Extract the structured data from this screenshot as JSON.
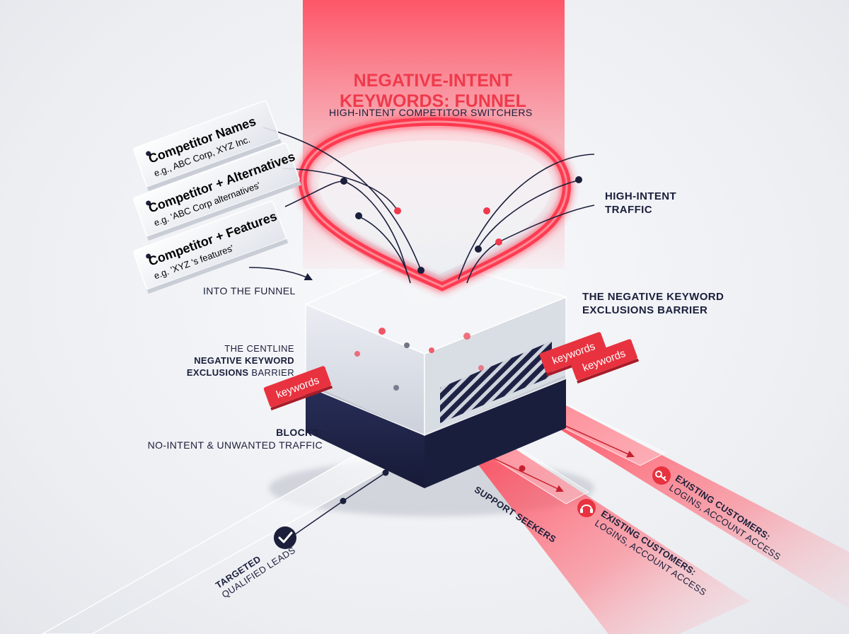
{
  "title": {
    "line1": "NEGATIVE-INTENT",
    "line2": "KEYWORDS: FUNNEL",
    "subtitle": "HIGH-INTENT COMPETITOR SWITCHERS"
  },
  "cards": [
    {
      "title": "Competitor Names",
      "example": "e.g., ABC Corp, XYZ Inc."
    },
    {
      "title": "Competitor + Alternatives",
      "example": "e.g. 'ABC Corp alternatives'"
    },
    {
      "title": "Competitor + Features",
      "example": "e.g. 'XYZ 's features'"
    }
  ],
  "labels": {
    "into_funnel": "INTO THE FUNNEL",
    "high_intent_1": "HIGH-INTENT",
    "high_intent_2": "TRAFFIC",
    "barrier_right_1": "THE NEGATIVE KEYWORD",
    "barrier_right_2": "EXCLUSIONS BARRIER",
    "centline_1": "THE CENTLINE",
    "centline_2": "NEGATIVE KEYWORD",
    "centline_3_bold": "EXCLUSIONS",
    "centline_3_rest": " BARRIER",
    "blocks_1": "BLOCKS:",
    "blocks_2": "NO-INTENT & UNWANTED TRAFFIC"
  },
  "tags": [
    "keywords",
    "keywords",
    "keywords"
  ],
  "outputs": {
    "targeted": {
      "title": "TARGETED",
      "sub": "QUALIFIED LEADS",
      "icon": "checkmark-icon"
    },
    "support": {
      "title": "SUPPORT SEEKERS"
    },
    "existing_1": {
      "title": "EXISTING CUSTOMERS:",
      "sub": "LOGINS, ACCOUNT ACCESS",
      "icon": "headset-icon"
    },
    "existing_2": {
      "title": "EXISTING CUSTOMERS:",
      "sub": "LOGINS, ACCOUNT ACCESS",
      "icon": "key-icon"
    }
  },
  "colors": {
    "accent": "#ef3a4c",
    "navy": "#1b1f3b",
    "background": "#eef0f4"
  }
}
